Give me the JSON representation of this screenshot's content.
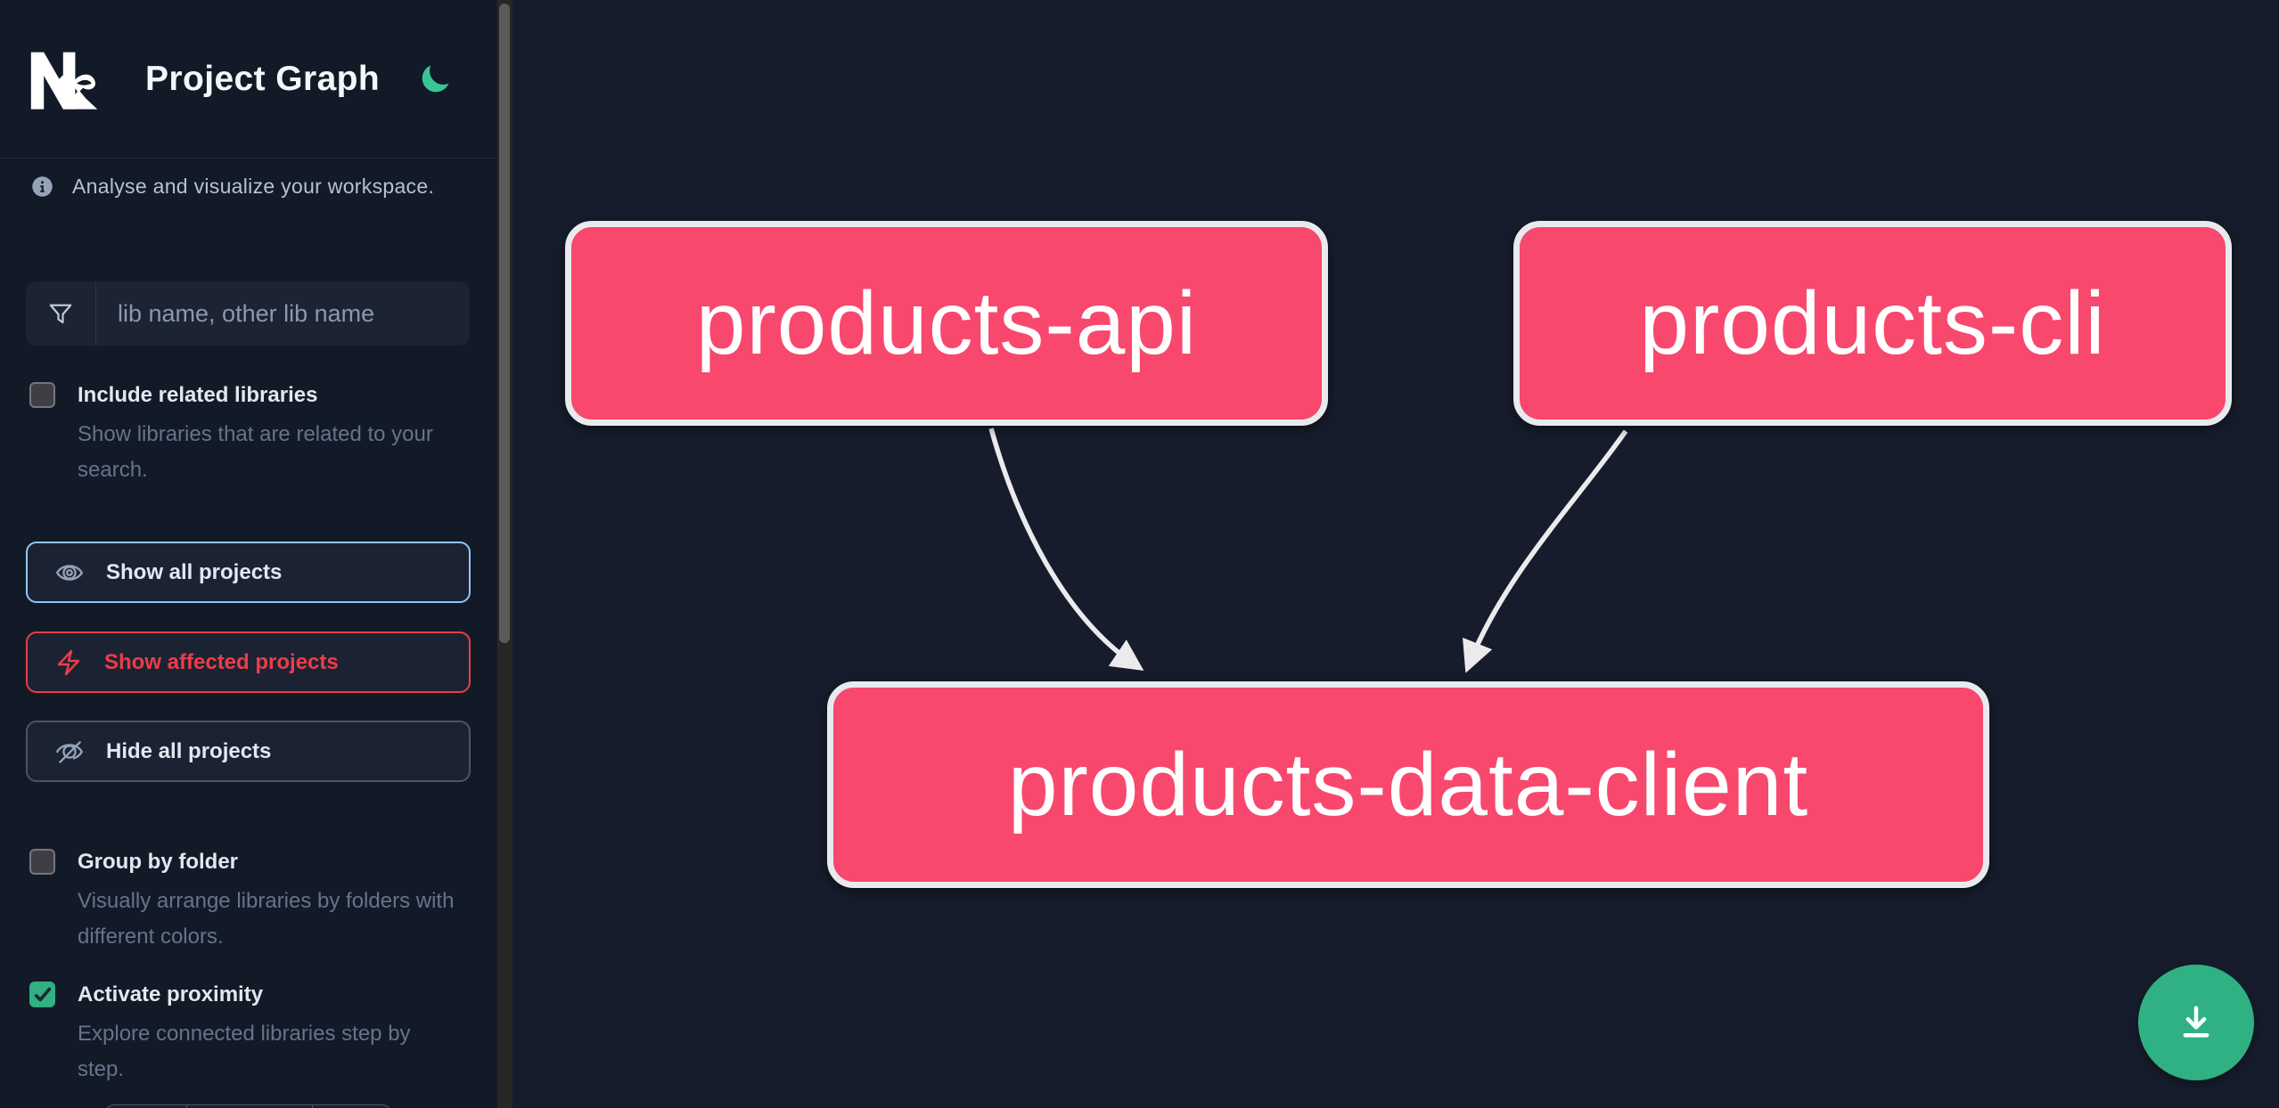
{
  "header": {
    "logo": "Nx",
    "title": "Project Graph",
    "theme_toggle_icon": "moon"
  },
  "sidebar": {
    "tagline": "Analyse and visualize your workspace.",
    "search": {
      "placeholder": "lib name, other lib name",
      "value": "",
      "icon": "funnel"
    },
    "options": {
      "include_related": {
        "label": "Include related libraries",
        "description": "Show libraries that are related to your search.",
        "checked": false
      },
      "group_by_folder": {
        "label": "Group by folder",
        "description": "Visually arrange libraries by folders with different colors.",
        "checked": false
      },
      "activate_proximity": {
        "label": "Activate proximity",
        "description": "Explore connected libraries step by step.",
        "checked": true
      }
    },
    "actions": {
      "show_all": {
        "label": "Show all projects",
        "icon": "eye"
      },
      "show_affected": {
        "label": "Show affected projects",
        "icon": "bolt"
      },
      "hide_all": {
        "label": "Hide all projects",
        "icon": "eye-slash"
      }
    },
    "segmented_control_segments": 3
  },
  "graph": {
    "nodes": [
      {
        "id": "products-api"
      },
      {
        "id": "products-cli"
      },
      {
        "id": "products-data-client"
      }
    ],
    "edges": [
      {
        "source": "products-api",
        "target": "products-data-client"
      },
      {
        "source": "products-cli",
        "target": "products-data-client"
      }
    ]
  },
  "fab": {
    "icon": "download"
  },
  "colors": {
    "sidebar_bg": "#131a27",
    "canvas_bg": "#161c2b",
    "node_fill": "#f8486e",
    "node_border": "#e9eaee",
    "edge": "#ebebee",
    "focused_button_border": "#93c5fd",
    "affected_red": "#ee3c48",
    "checkbox_checked_green": "#30b083",
    "moon_green": "#38c596",
    "fab_green": "#2fb183"
  }
}
